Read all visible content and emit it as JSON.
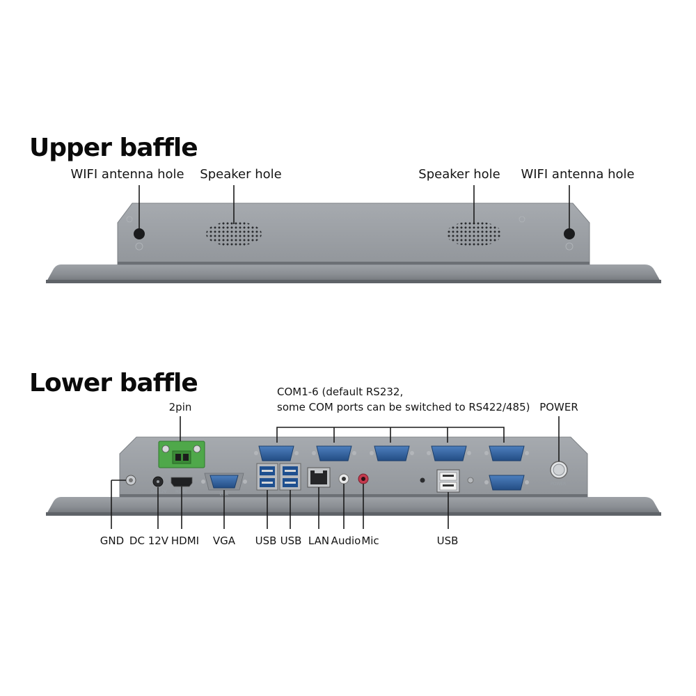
{
  "upper": {
    "title": "Upper baffle",
    "labels": {
      "wifi_left": "WIFI antenna hole",
      "speaker_left": "Speaker hole",
      "speaker_right": "Speaker hole",
      "wifi_right": "WIFI antenna hole"
    }
  },
  "lower": {
    "title": "Lower baffle",
    "top_labels": {
      "two_pin": "2pin",
      "com_line1": "COM1-6 (default RS232,",
      "com_line2": "some COM ports can be switched to RS422/485)",
      "power": "POWER"
    },
    "bottom_labels": {
      "gnd": "GND",
      "dc": "DC 12V",
      "hdmi": "HDMI",
      "vga": "VGA",
      "usb1": "USB",
      "usb2": "USB",
      "lan": "LAN",
      "audio": "Audio",
      "mic": "Mic",
      "usb3": "USB"
    }
  },
  "colors": {
    "chassis": "#8a8e93",
    "panel": "#9a9ea3",
    "serial_port": "#2f5f9a",
    "usb_port": "#1e4f8f",
    "terminal": "#4fa84a",
    "mic_jack": "#c43a4e",
    "leader_line": "#1a1a1a"
  }
}
